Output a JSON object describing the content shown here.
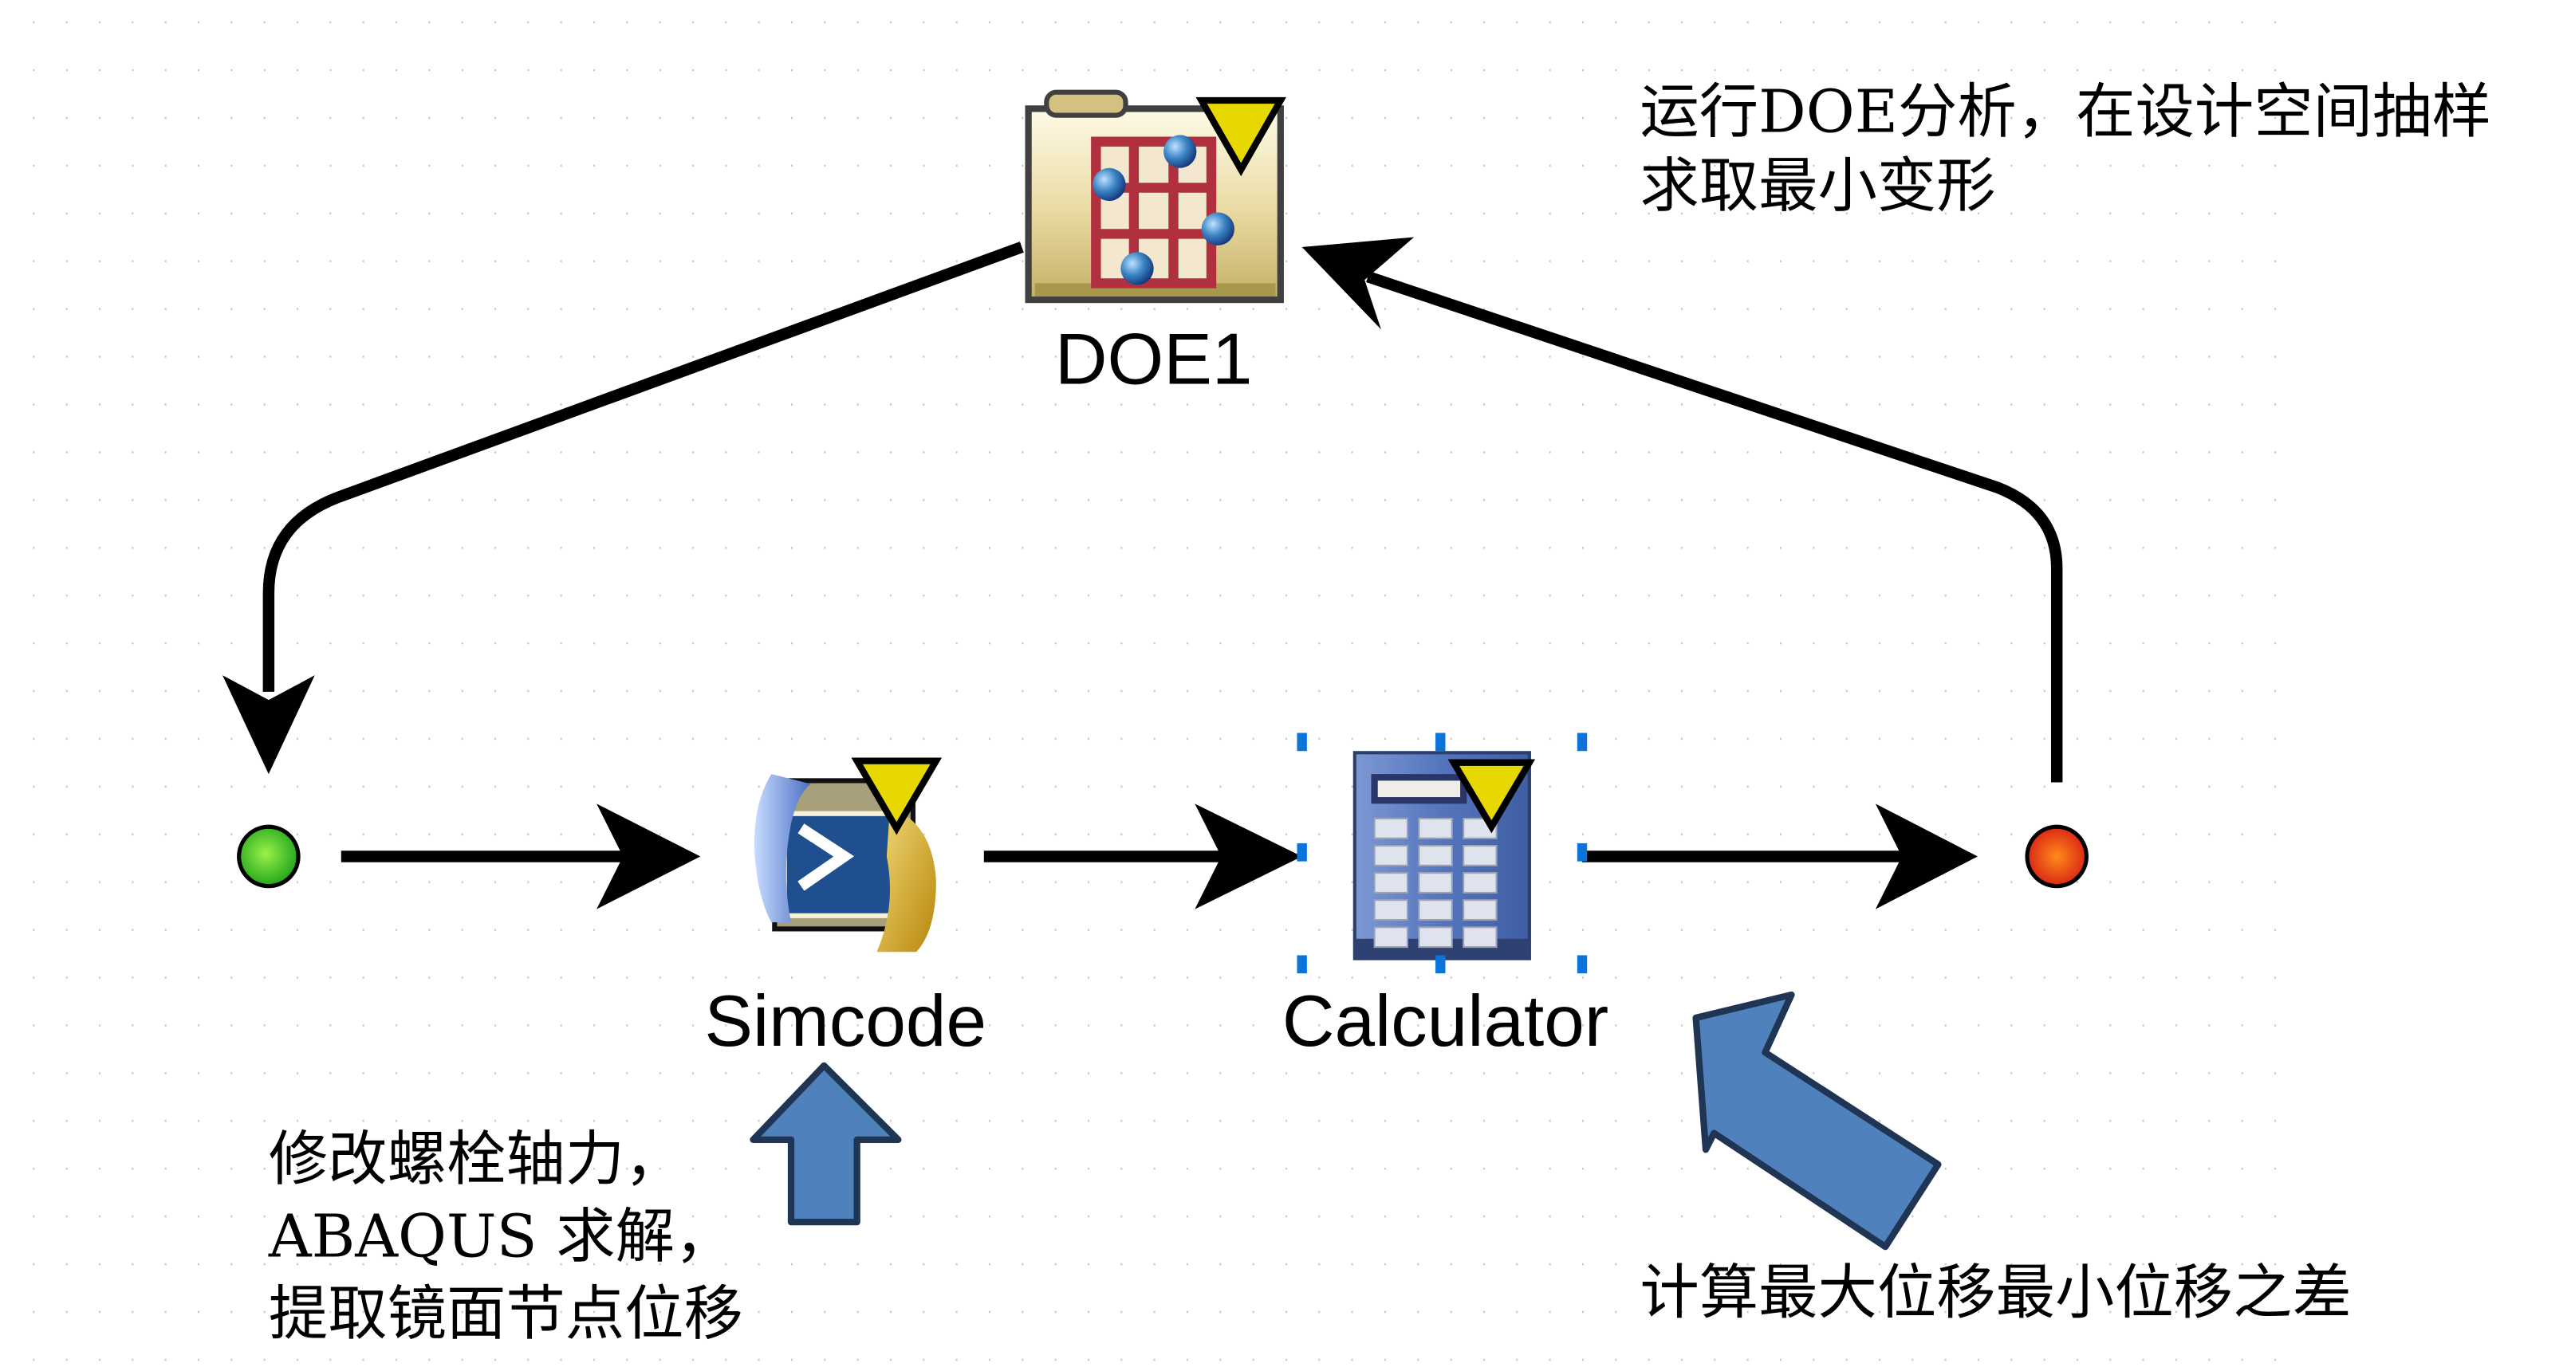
{
  "diagram": {
    "type": "workflow",
    "nodes": [
      {
        "id": "start",
        "kind": "start-point",
        "color": "#2fbf2f"
      },
      {
        "id": "simcode",
        "label": "Simcode",
        "icon": "simcode-icon"
      },
      {
        "id": "calculator",
        "label": "Calculator",
        "icon": "calculator-icon",
        "selected": true
      },
      {
        "id": "end",
        "kind": "end-point",
        "color": "#e0241a"
      },
      {
        "id": "doe1",
        "label": "DOE1",
        "icon": "doe-folder-icon"
      }
    ],
    "edges": [
      {
        "from": "start",
        "to": "simcode"
      },
      {
        "from": "simcode",
        "to": "calculator"
      },
      {
        "from": "calculator",
        "to": "end"
      },
      {
        "from": "end",
        "to": "doe1"
      },
      {
        "from": "doe1",
        "to": "start"
      }
    ],
    "annotations": {
      "doe": {
        "lines": [
          "运行DOE分析，在设计空间抽样",
          "求取最小变形"
        ]
      },
      "simcode": {
        "lines": [
          "修改螺栓轴力，",
          "ABAQUS 求解，",
          "提取镜面节点位移"
        ]
      },
      "calculator": {
        "lines": [
          "计算最大位移最小位移之差"
        ]
      }
    },
    "colors": {
      "callout_fill": "#4f81bd",
      "callout_stroke": "#1f3553",
      "connector": "#000000",
      "selection_handle": "#0a74da",
      "status_triangle": "#e6d800"
    }
  }
}
